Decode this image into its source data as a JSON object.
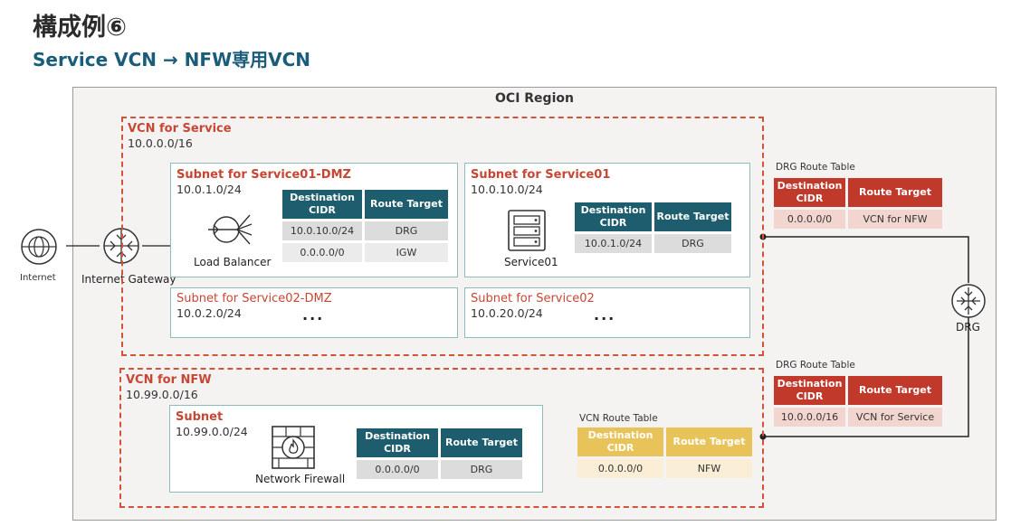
{
  "header": {
    "title": "構成例⑥",
    "subtitle": "Service VCN → NFW専用VCN"
  },
  "region": {
    "label": "OCI Region"
  },
  "internet": {
    "label": "Internet"
  },
  "igw": {
    "label": "Internet Gateway"
  },
  "drg": {
    "label": "DRG"
  },
  "vcn_service": {
    "title": "VCN for Service",
    "cidr": "10.0.0.0/16",
    "subnets": {
      "dmz1": {
        "title": "Subnet for Service01-DMZ",
        "cidr": "10.0.1.0/24",
        "resource": "Load Balancer",
        "table": {
          "headers": [
            "Destination CIDR",
            "Route Target"
          ],
          "rows": [
            [
              "10.0.10.0/24",
              "DRG"
            ],
            [
              "0.0.0.0/0",
              "IGW"
            ]
          ]
        }
      },
      "svc1": {
        "title": "Subnet for Service01",
        "cidr": "10.0.10.0/24",
        "resource": "Service01",
        "table": {
          "headers": [
            "Destination CIDR",
            "Route Target"
          ],
          "rows": [
            [
              "10.0.1.0/24",
              "DRG"
            ]
          ]
        }
      },
      "dmz2": {
        "title": "Subnet for Service02-DMZ",
        "cidr": "10.0.2.0/24",
        "ellipsis": "..."
      },
      "svc2": {
        "title": "Subnet for Service02",
        "cidr": "10.0.20.0/24",
        "ellipsis": "..."
      }
    }
  },
  "vcn_nfw": {
    "title": "VCN for NFW",
    "cidr": "10.99.0.0/16",
    "subnet": {
      "title": "Subnet",
      "cidr": "10.99.0.0/24",
      "resource": "Network Firewall",
      "table": {
        "headers": [
          "Destination CIDR",
          "Route Target"
        ],
        "rows": [
          [
            "0.0.0.0/0",
            "DRG"
          ]
        ]
      }
    },
    "vcn_route_table": {
      "caption": "VCN Route Table",
      "headers": [
        "Destination CIDR",
        "Route Target"
      ],
      "rows": [
        [
          "0.0.0.0/0",
          "NFW"
        ]
      ]
    }
  },
  "drg_table_top": {
    "caption": "DRG Route Table",
    "headers": [
      "Destination CIDR",
      "Route Target"
    ],
    "rows": [
      [
        "0.0.0.0/0",
        "VCN for NFW"
      ]
    ]
  },
  "drg_table_bottom": {
    "caption": "DRG Route Table",
    "headers": [
      "Destination CIDR",
      "Route Target"
    ],
    "rows": [
      [
        "10.0.0.0/16",
        "VCN for Service"
      ]
    ]
  },
  "colors": {
    "accent_red": "#c74634",
    "teal_header": "#1d5d6e",
    "red_header": "#c0392b",
    "gold_header": "#e8c35a"
  }
}
